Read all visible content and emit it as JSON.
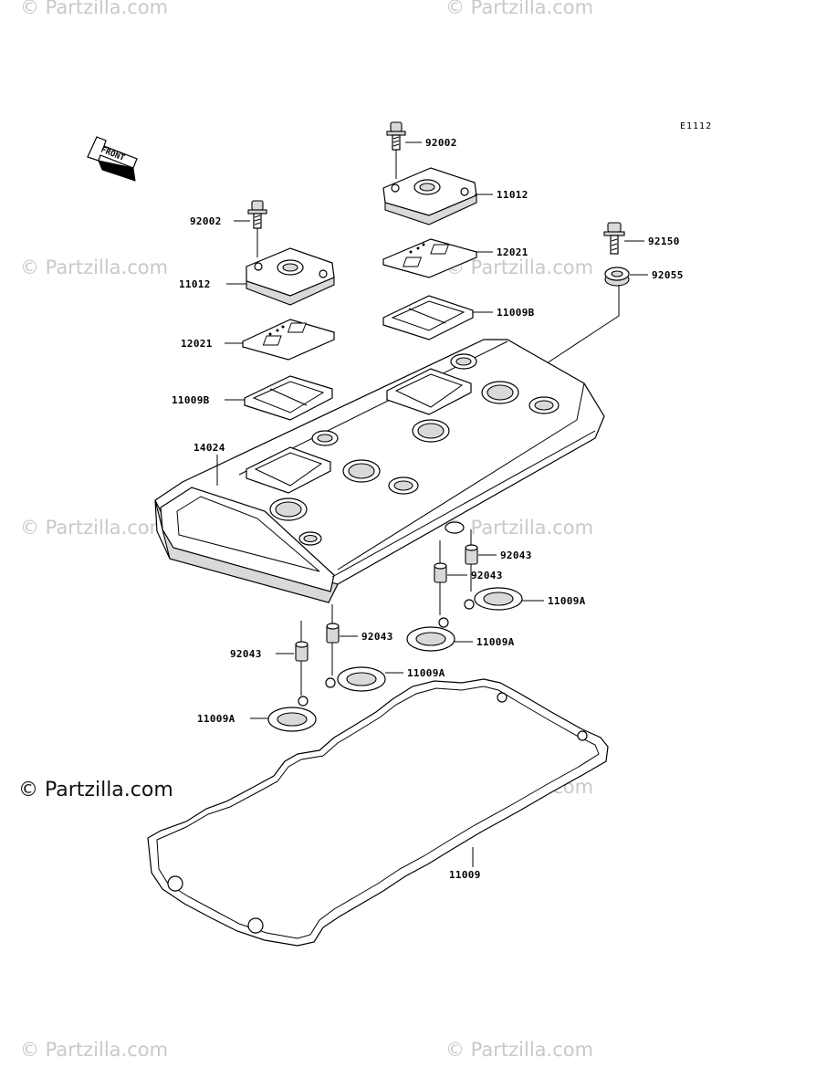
{
  "diagram_code": "E1112",
  "front_label": "FRONT",
  "watermark": "© Partzilla.com",
  "copyright": "© Partzilla.com",
  "labels": {
    "bolt_top": "92002",
    "cap_top": "11012",
    "plate_top": "12021",
    "gasket_top": "11009B",
    "bolt_left": "92002",
    "cap_left": "11012",
    "plate_left": "12021",
    "gasket_left": "11009B",
    "bolt_right": "92150",
    "washer_right": "92055",
    "cover": "14024",
    "dowel_1": "92043",
    "dowel_2": "92043",
    "dowel_3": "92043",
    "dowel_4": "92043",
    "oring_1": "11009A",
    "oring_2": "11009A",
    "oring_3": "11009A",
    "oring_4": "11009A",
    "cover_gasket": "11009"
  }
}
